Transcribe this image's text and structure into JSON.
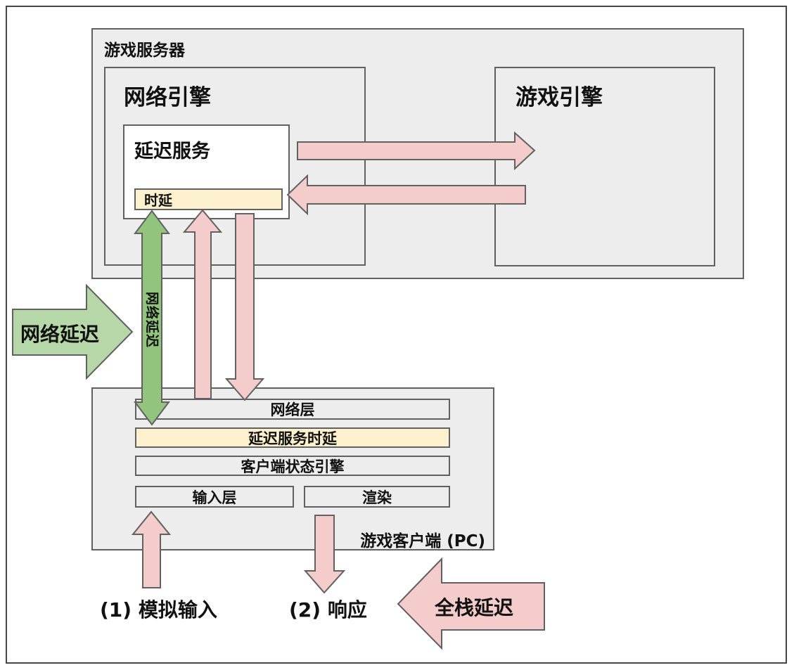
{
  "colors": {
    "canvas_bg": "#ffffff",
    "frame_border": "#464646",
    "box_fill": "#ededed",
    "box_border": "#616161",
    "white_fill": "#ffffff",
    "yellow_fill": "#fdf2cd",
    "pink": "#f4cccc",
    "green_light": "#b6d7a8",
    "green": "#93c47d",
    "text": "#111111"
  },
  "server": {
    "title": "游戏服务器",
    "network_engine": {
      "title": "网络引擎",
      "latency_service": {
        "title": "延迟服务",
        "latency_chip": "时延"
      }
    },
    "game_engine": {
      "title": "游戏引擎"
    }
  },
  "client": {
    "title": "游戏客户端 (PC)",
    "layers": {
      "network_layer": "网络层",
      "latency_service_delay": "延迟服务时延",
      "state_engine": "客户端状态引擎",
      "input_layer": "输入层",
      "render": "渲染"
    }
  },
  "arrows": {
    "network_latency_left": "网络延迟",
    "network_latency_vertical": "网络延迟",
    "full_stack_latency": "全栈延迟"
  },
  "annotations": {
    "simulated_input": "(1) 模拟输入",
    "response": "(2) 响应"
  }
}
